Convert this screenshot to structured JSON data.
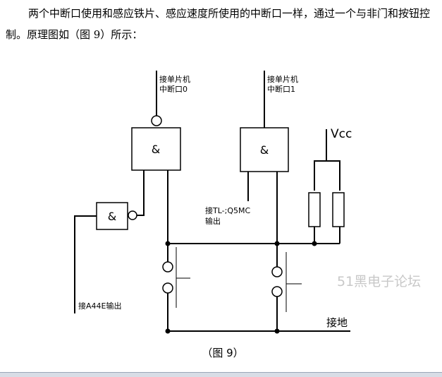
{
  "paragraph": "两个中断口使用和感应铁片、感应速度所使用的中断口一样，通过一个与非门和按钮控制。原理图如（图 9）所示：",
  "diagram": {
    "gate_symbol": "&",
    "label_int0": [
      "接单片机",
      "中断口0"
    ],
    "label_int1": [
      "接单片机",
      "中断口1"
    ],
    "label_vcc": "Vcc",
    "label_ttl": [
      "接TL-;Q5MC",
      "输出"
    ],
    "label_a44e": "接A44E输出",
    "label_ground": "接地",
    "watermark": "51黑电子论坛",
    "caption": "（图 9）"
  }
}
